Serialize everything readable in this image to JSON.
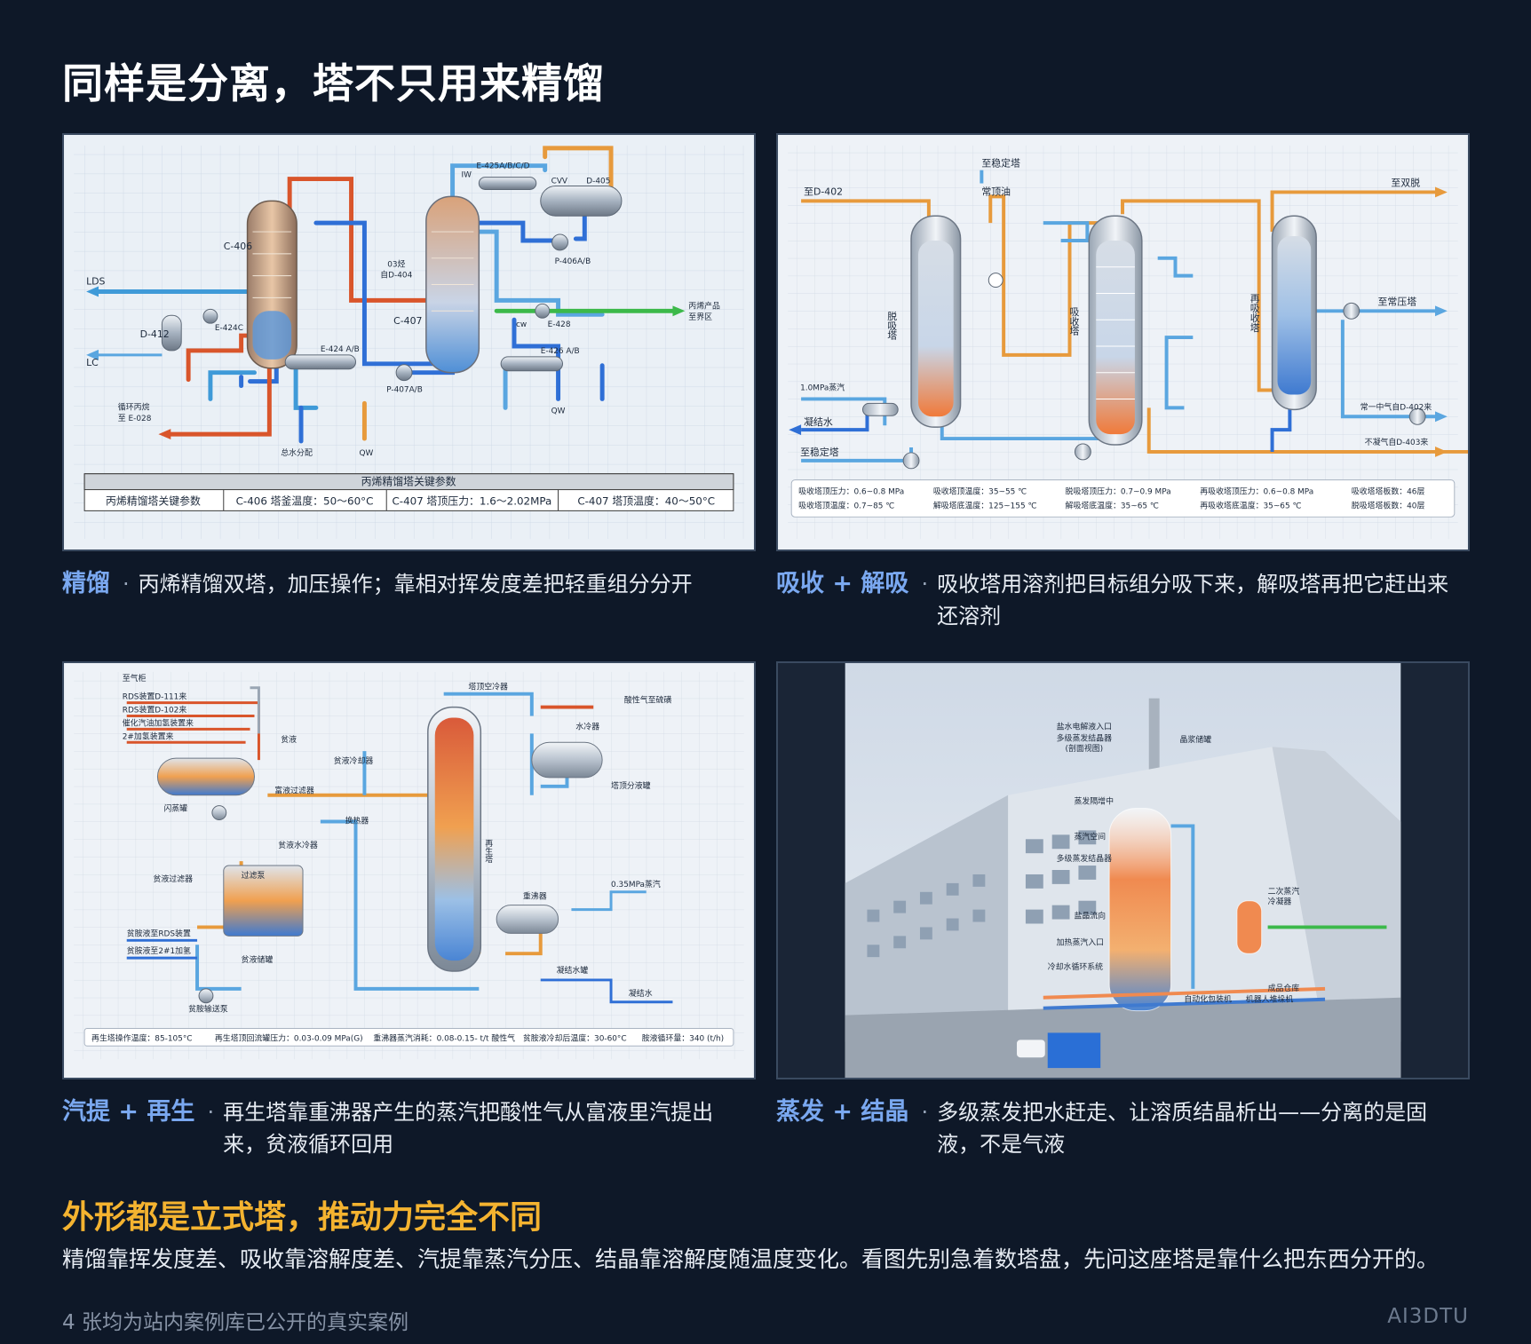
{
  "page": {
    "title": "同样是分离，塔不只用来精馏",
    "summary_title": "外形都是立式塔，推动力完全不同",
    "summary_text": "精馏靠挥发度差、吸收靠溶解度差、汽提靠蒸汽分压、结晶靠溶解度随温度变化。看图先别急着数塔盘，先问这座塔是靠什么把东西分开的。",
    "footnote": "4 张均为站内案例库已公开的真实案例",
    "brand": "AI3DTU"
  },
  "colors": {
    "background": "#0e1828",
    "caption_accent": "#7aa8f0",
    "summary_accent": "#f4b330",
    "hot_stream": "#d9552b",
    "cold_stream": "#2f6fd6",
    "product_stream": "#3cb94a",
    "amber_stream": "#e79a3c"
  },
  "cards": [
    {
      "caption_title": "精馏",
      "caption_desc": "丙烯精馏双塔，加压操作；靠相对挥发度差把轻重组分分开",
      "diagram": {
        "labels": {
          "c406": "C-406",
          "c407": "C-407",
          "lds": "LDS",
          "d412": "D-412",
          "lc": "LC",
          "e424c": "E-424C",
          "recycle_1": "循环丙烷",
          "recycle_2": "至 E-028",
          "e424ab": "E-424 A/B",
          "water_dist": "总水分配",
          "qw_1": "QW",
          "o3_1": "03烃",
          "o3_2": "自D-404",
          "p407": "P-407A/B",
          "iw": "IW",
          "e425": "E-425A/B/C/D",
          "cvv": "CVV",
          "d405": "D-405",
          "p406": "P-406A/B",
          "cw": "cw",
          "e428": "E-428",
          "product_1": "丙烯产品",
          "product_2": "至界区",
          "e426": "E-426 A/B",
          "qw_2": "QW"
        },
        "table_title": "丙烯精馏塔关键参数",
        "table_cells": [
          "丙烯精馏塔关键参数",
          "C-406 塔釜温度：50～60°C",
          "C-407 塔顶压力：1.6～2.02MPa",
          "C-407 塔顶温度：40～50°C"
        ]
      }
    },
    {
      "caption_title": "吸收 + 解吸",
      "caption_desc": "吸收塔用溶剂把目标组分吸下来，解吸塔再把它赶出来还溶剂",
      "diagram": {
        "labels": {
          "to_d402": "至D-402",
          "to_stab_top": "至稳定塔",
          "const_oil": "常顶油",
          "to_double": "至双脱",
          "desorber": "脱吸塔",
          "absorber": "吸收塔",
          "reabsorber": "再吸收塔",
          "steam": "1.0MPa蒸汽",
          "condensate": "凝结水",
          "to_stab_bottom": "至稳定塔",
          "to_low_press": "至常压塔",
          "from_d402": "常一中气自D-402来",
          "from_d403": "不凝气自D-403来"
        },
        "params": [
          "吸收塔顶压力：0.6~0.8 MPa",
          "吸收塔顶温度：0.7~85 ℃",
          "吸收塔顶温度：35~55 ℃",
          "解吸塔底温度：125~155 ℃",
          "脱吸塔顶压力：0.7~0.9 MPa",
          "解吸塔底温度：35~65 ℃",
          "再吸收塔顶压力：0.6~0.8 MPa",
          "再吸收塔底温度：35~65 ℃",
          "吸收塔塔板数：46层",
          "脱吸塔塔板数：40层"
        ]
      }
    },
    {
      "caption_title": "汽提 + 再生",
      "caption_desc": "再生塔靠重沸器产生的蒸汽把酸性气从富液里汽提出来，贫液循环回用",
      "diagram": {
        "labels": {
          "to_gas_holder": "至气柜",
          "rds_111": "RDS装置D-111来",
          "rds_102": "RDS装置D-102来",
          "cat_diesel": "催化汽油加氢装置来",
          "hydro_2": "2#加氢装置来",
          "lean_liquid": "贫液",
          "flash_tank": "闪蒸罐",
          "rich_filter": "富液过滤器",
          "lean_cooler": "贫液冷却器",
          "heat_exchanger": "换热器",
          "lean_water_cooler": "贫液水冷器",
          "lean_filter": "贫液过滤器",
          "filter_pump": "过滤泵",
          "lean_to_rds": "贫胺液至RDS装置",
          "lean_to_2": "贫胺液至2#1加氢",
          "lean_tank": "贫液储罐",
          "lean_pump": "贫胺输送泵",
          "overhead_cooler": "塔顶空冷器",
          "acid_gas": "酸性气至硫磺",
          "water_cooler": "水冷器",
          "overhead_drum": "塔顶分液罐",
          "regenerator": "再生塔",
          "reboiler": "重沸器",
          "steam": "0.35MPa蒸汽",
          "condensate_tank": "凝结水罐",
          "condensate": "凝结水"
        },
        "params": [
          "再生塔操作温度：85-105°C",
          "再生塔顶回流罐压力：0.03-0.09 MPa(G)",
          "重沸器蒸汽消耗：0.08-0.15- t/t 酸性气",
          "贫胺液冷却后温度：30-60°C",
          "胺液循环量：340 (t/h)"
        ]
      }
    },
    {
      "caption_title": "蒸发 + 结晶",
      "caption_desc": "多级蒸发把水赶走、让溶质结晶析出——分离的是固液，不是气液",
      "diagram": {
        "labels": {
          "brine_inlet": "盐水电解液入口",
          "multi_stage_1": "多级蒸发结晶器",
          "multi_stage_2": "(剖面视图)",
          "crystal_tank": "晶浆储罐",
          "vapor_mid": "蒸发隔增中",
          "vapor_space": "蒸汽空间",
          "multi_stage_3": "多级蒸发结晶器",
          "salt_flow": "盐晶流向",
          "heating_steam": "加热蒸汽入口",
          "cooling_loop": "冷却水循环系统",
          "condenser_1": "二次蒸汽",
          "condenser_2": "冷凝器",
          "packing": "自动化包装机",
          "robot": "机器人堆垛机",
          "warehouse": "成品仓库"
        }
      }
    }
  ]
}
